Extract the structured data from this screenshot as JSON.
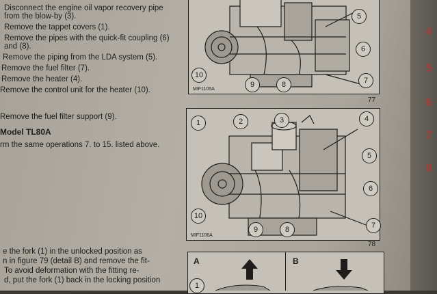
{
  "left_column": {
    "top_lines": [
      "Disconnect the engine oil vapor recovery pipe",
      "from the blow-by (3).",
      "Remove the tappet covers (1).",
      "Remove the pipes with the quick-fit coupling (6)",
      "and (8).",
      "Remove the piping from the LDA system (5).",
      "Remove the fuel filter (7).",
      "Remove the heater (4).",
      "Remove the control unit for the heater (10)."
    ],
    "filter_support": "Remove the fuel filter support (9).",
    "model_heading": "Model TL80A",
    "model_text": "rm the same operations 7. to 15. listed above.",
    "bottom_lines": [
      "e the fork (1) in the unlocked position as",
      "n in figure 79 (detail B) and remove the fit-",
      "To avoid deformation with the fitting re-",
      "d, put the fork (1) back in the locking position"
    ]
  },
  "figure_77": {
    "caption": "MIF1105A",
    "number": "77",
    "callouts": [
      "5",
      "6",
      "7",
      "8",
      "9",
      "10"
    ]
  },
  "figure_78": {
    "caption": "MIF1106A",
    "number": "78",
    "callouts": [
      "1",
      "2",
      "3",
      "4",
      "5",
      "6",
      "7",
      "8",
      "9",
      "10"
    ]
  },
  "figure_79": {
    "panel_a": "A",
    "panel_b": "B",
    "callout": "1"
  },
  "page_edge": [
    "4",
    "5",
    "6",
    "7",
    "8"
  ]
}
